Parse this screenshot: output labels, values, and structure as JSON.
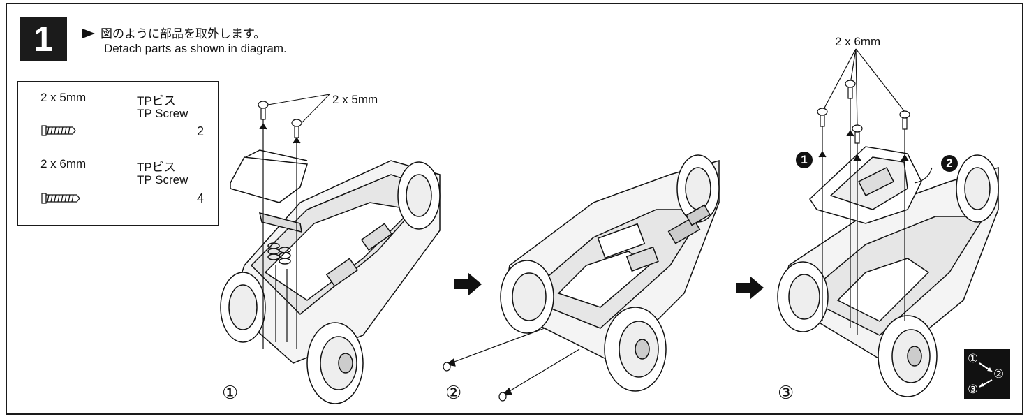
{
  "step": {
    "number": "1"
  },
  "instruction": {
    "ja": "図のように部品を取外します。",
    "en": "Detach parts as shown in diagram."
  },
  "parts": [
    {
      "size": "2 x 5mm",
      "name_ja": "TPビス",
      "name_en": "TP Screw",
      "qty": "2"
    },
    {
      "size": "2 x 6mm",
      "name_ja": "TPビス",
      "name_en": "TP Screw",
      "qty": "4"
    }
  ],
  "callouts": {
    "screw_5mm": "2 x 5mm",
    "screw_6mm": "2 x 6mm"
  },
  "substeps": [
    "①",
    "②",
    "③"
  ],
  "order_markers": [
    "1",
    "2"
  ],
  "legend": [
    "①",
    "②",
    "③"
  ]
}
